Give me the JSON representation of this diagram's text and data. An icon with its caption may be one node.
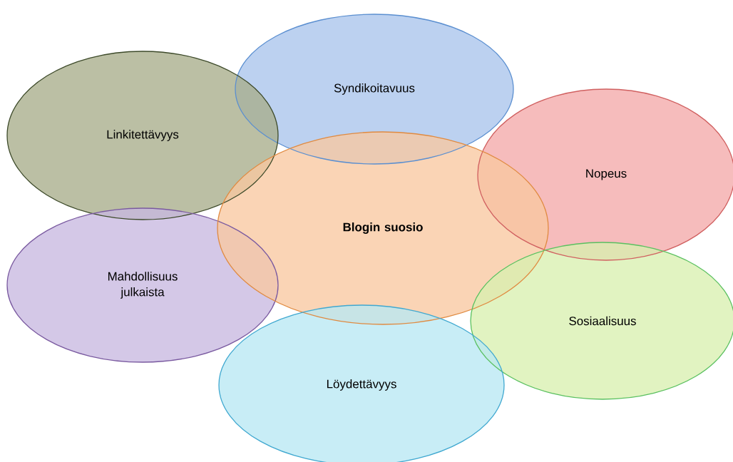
{
  "diagram": {
    "nodes": [
      {
        "text": [
          "Syndikoitavuus"
        ]
      },
      {
        "text": [
          "Linkitettävyys"
        ]
      },
      {
        "text": [
          "Nopeus"
        ]
      },
      {
        "text": [
          "Blogin suosio"
        ]
      },
      {
        "text": [
          "Mahdollisuus julkaista"
        ]
      },
      {
        "text": [
          "Sosiaalisuus"
        ]
      },
      {
        "text": [
          "Löydettävyys"
        ]
      }
    ]
  }
}
